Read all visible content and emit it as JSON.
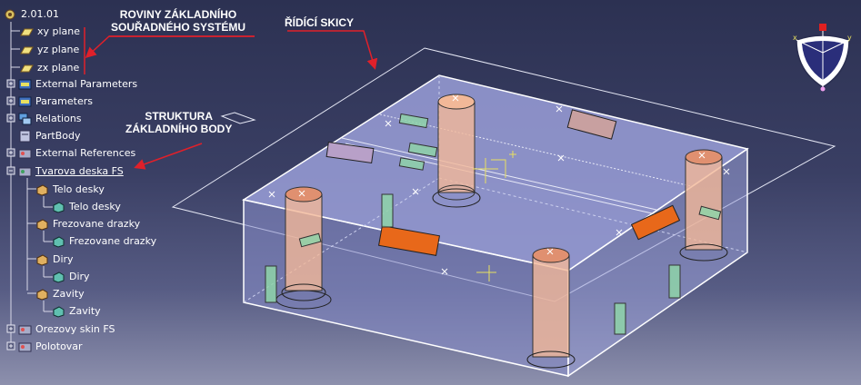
{
  "tree": {
    "root": "2.01.01",
    "items": [
      {
        "label": "xy plane"
      },
      {
        "label": "yz plane"
      },
      {
        "label": "zx plane"
      },
      {
        "label": "External Parameters"
      },
      {
        "label": "Parameters"
      },
      {
        "label": "Relations"
      },
      {
        "label": "PartBody"
      },
      {
        "label": "External References"
      },
      {
        "label": "Tvarova deska FS"
      },
      {
        "label": "Telo desky"
      },
      {
        "label": "Telo desky"
      },
      {
        "label": "Frezovane drazky"
      },
      {
        "label": "Frezovane drazky"
      },
      {
        "label": "Diry"
      },
      {
        "label": "Diry"
      },
      {
        "label": "Zavity"
      },
      {
        "label": "Zavity"
      },
      {
        "label": "Orezovy skin FS"
      },
      {
        "label": "Polotovar"
      }
    ]
  },
  "annotations": {
    "planes_line1": "ROVINY ZÁKLADNÍHO",
    "planes_line2": "SOUŘADNÉHO SYSTÉMU",
    "sketches": "ŘÍDÍCÍ SKICY",
    "body_line1": "STRUKTURA",
    "body_line2": "ZÁKLADNÍHO BODY"
  },
  "colors": {
    "annotation_arrow": "#e0202a",
    "tree_text": "#ffffff",
    "part_face": "#9aa0d8",
    "part_edge": "#ffffff",
    "pin": "#f0b48e",
    "slot": "#e6661a",
    "green_pin": "#90d8a8"
  },
  "icons": {
    "root": "part-gear-icon",
    "plane": "plane-icon",
    "parameters": "parameters-icon",
    "relations": "relations-icon",
    "body": "body-icon",
    "geometric_set": "geometric-set-icon",
    "feature": "solid-feature-icon",
    "compass": "compass-icon"
  }
}
